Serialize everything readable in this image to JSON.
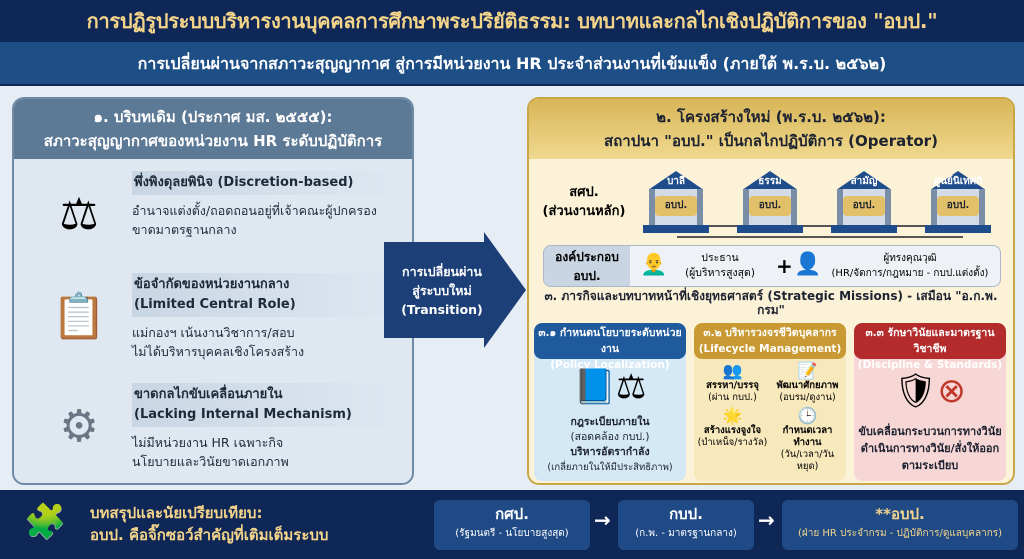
{
  "header": {
    "title": "การปฏิรูประบบบริหารงานบุคคลการศึกษาพระปริยัติธรรม: บทบาทและกลไกเชิงปฏิบัติการของ \"อบป.\"",
    "subtitle": "การเปลี่ยนผ่านจากสภาวะสุญญากาศ สู่การมีหน่วยงาน HR ประจำส่วนงานที่เข้มแข็ง (ภายใต้ พ.ร.บ. ๒๕๖๒)"
  },
  "left": {
    "title1": "๑. บริบทเดิม (ประกาศ มส. ๒๕๕๕):",
    "title2": "สภาวะสุญญากาศของหน่วยงาน HR ระดับปฏิบัติการ",
    "items": [
      {
        "heading": "พึ่งพิงดุลยพินิจ (Discretion-based)",
        "line1": "อำนาจแต่งตั้ง/ถอดถอนอยู่ที่เจ้าคณะผู้ปกครอง",
        "line2": "ขาดมาตรฐานกลาง"
      },
      {
        "heading": "ข้อจำกัดของหน่วยงานกลาง",
        "heading2": "(Limited Central Role)",
        "line1": "แม่กองฯ เน้นงานวิชาการ/สอบ",
        "line2": "ไม่ได้บริหารบุคคลเชิงโครงสร้าง"
      },
      {
        "heading": "ขาดกลไกขับเคลื่อนภายใน",
        "heading2": "(Lacking Internal Mechanism)",
        "line1": "ไม่มีหน่วยงาน HR เฉพาะกิจ",
        "line2": "นโยบายและวินัยขาดเอกภาพ"
      }
    ]
  },
  "transition": {
    "line1": "การเปลี่ยนผ่าน",
    "line2": "สู่ระบบใหม่",
    "line3": "(Transition)"
  },
  "right": {
    "title1": "๒. โครงสร้างใหม่ (พ.ร.บ. ๒๕๖๒):",
    "title2": "สถาปนา \"อบป.\" เป็นกลไกปฏิบัติการ (Operator)",
    "main_unit": "สศป.",
    "main_unit_sub": "(ส่วนงานหลัก)",
    "buildings": [
      {
        "name": "บาลี",
        "tag": "อบป."
      },
      {
        "name": "ธรรม",
        "tag": "อบป."
      },
      {
        "name": "สามัญ",
        "tag": "อบป."
      },
      {
        "name": "ศูนย์นิเทศก์",
        "tag": "อบป."
      }
    ],
    "composition": {
      "label1": "องค์ประกอบ",
      "label2": "อบป.",
      "chair": "ประธาน",
      "chair_sub": "(ผู้บริหารสูงสุด)",
      "plus": "+",
      "experts": "ผู้ทรงคุณวุฒิ",
      "experts_sub": "(HR/จัดการ/กฎหมาย - กบป.แต่งตั้ง)"
    },
    "missions_title": "๓. ภารกิจและบทบาทหน้าที่เชิงยุทธศาสตร์ (Strategic Missions) - เสมือน \"อ.ก.พ. กรม\"",
    "missions": [
      {
        "title": "๓.๑ กำหนดนโยบายระดับหน่วยงาน",
        "title2": "(Policy Localization)",
        "color": "#1f5a9c",
        "bg": "#d5e8f6",
        "l1": "กฎระเบียบภายใน",
        "l2": "(สอดคล้อง กบป.)",
        "l3": "บริหารอัตรากำลัง",
        "l4": "(เกลี่ยภายในให้มีประสิทธิภาพ)"
      },
      {
        "title": "๓.๒ บริหารวงจรชีวิตบุคลากร",
        "title2": "(Lifecycle Management)",
        "color": "#c99a33",
        "bg": "#f8e9bd",
        "s1": "สรรหา/บรรจุ",
        "s1b": "(ผ่าน กบป.)",
        "s2": "พัฒนาศักยภาพ",
        "s2b": "(อบรม/ดูงาน)",
        "s3": "สร้างแรงจูงใจ",
        "s3b": "(บำเหน็จ/รางวัล)",
        "s4": "กำหนดเวลาทำงาน",
        "s4b": "(วัน/เวลา/วันหยุด)"
      },
      {
        "title": "๓.๓ รักษาวินัยและมาตรฐานวิชาชีพ",
        "title2": "(Discipline & Standards)",
        "color": "#b32b2b",
        "bg": "#f7d6d6",
        "l1": "ขับเคลื่อนกระบวนการทางวินัย",
        "l2": "ดำเนินการทางวินัย/สั่งให้ออก",
        "l3": "ตามระเบียบ"
      }
    ]
  },
  "footer": {
    "title1": "บทสรุปและนัยเปรียบเทียบ:",
    "title2": "อบป. คือจิ๊กซอว์สำคัญที่เติมเต็มระบบ",
    "boxes": [
      {
        "name": "กศป.",
        "desc": "(รัฐมนตรี - นโยบายสูงสุด)"
      },
      {
        "name": "กบป.",
        "desc": "(ก.พ. - มาตรฐานกลาง)"
      },
      {
        "name": "**อบป.",
        "desc": "(ฝ่าย HR ประจำกรม - ปฏิบัติการ/ดูแลบุคลากร)"
      }
    ],
    "arrow": "→"
  }
}
